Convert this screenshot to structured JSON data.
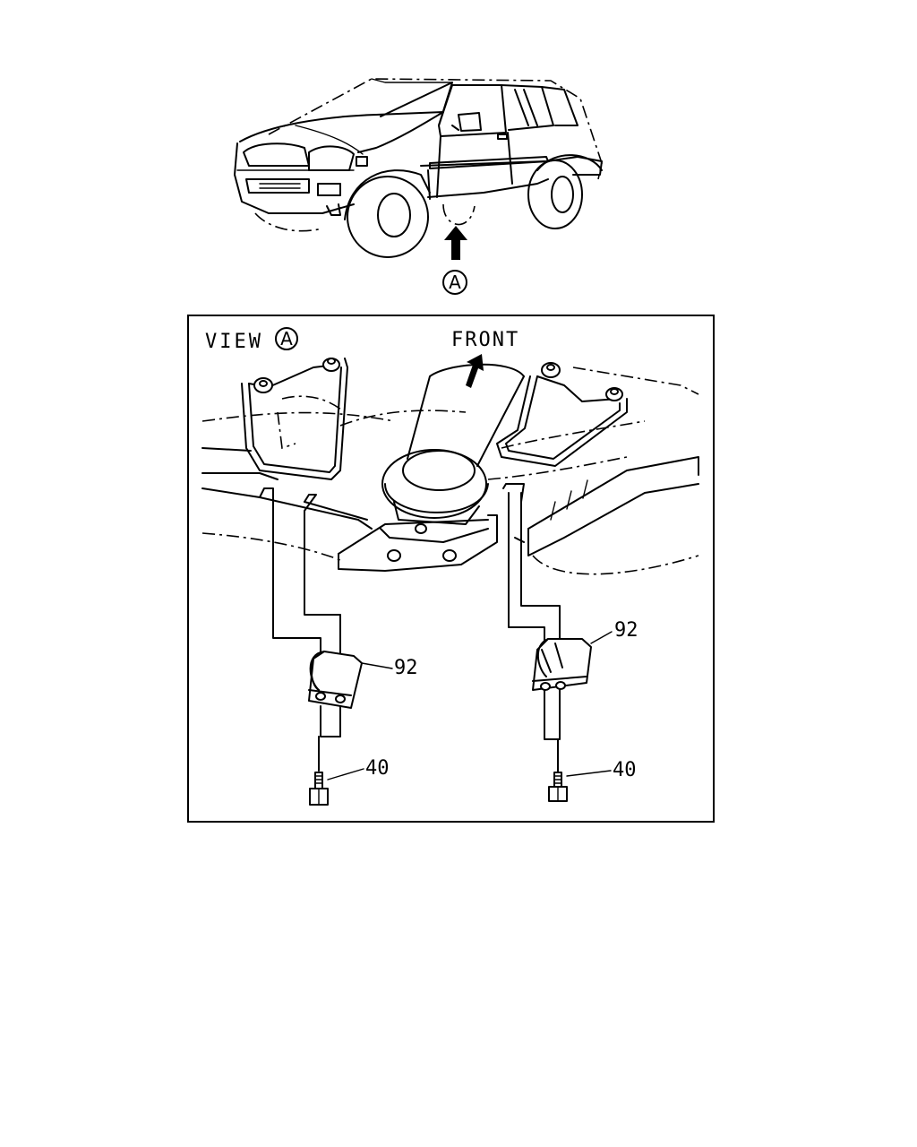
{
  "view": {
    "prefix": "VIEW",
    "letter": "A"
  },
  "top_marker": {
    "letter": "A"
  },
  "direction": {
    "label": "FRONT"
  },
  "callouts": {
    "clip_left": "92",
    "clip_right": "92",
    "bolt_left": "40",
    "bolt_right": "40"
  }
}
